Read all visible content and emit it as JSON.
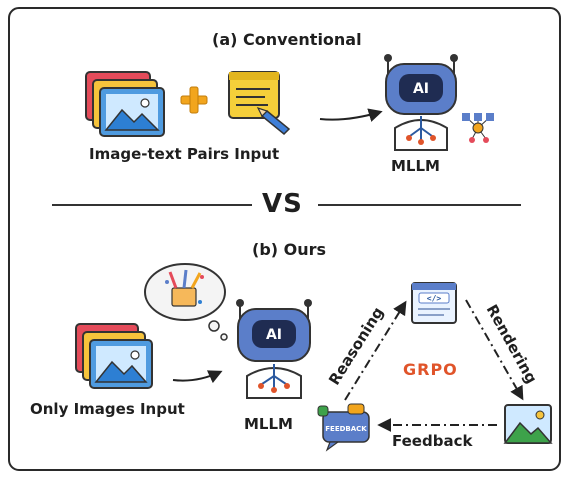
{
  "top": {
    "title": "(a) Conventional",
    "input_label": "Image-text Pairs Input",
    "model_label": "MLLM",
    "plus_symbol": "+"
  },
  "divider": {
    "label": "VS"
  },
  "bottom": {
    "title": "(b) Ours",
    "input_label": "Only Images Input",
    "model_label": "MLLM",
    "center_label": "GRPO",
    "edge_reasoning": "Reasoning",
    "edge_rendering": "Rendering",
    "edge_feedback": "Feedback",
    "feedback_icon_text": "FEEDBACK",
    "code_icon_text": "</>",
    "robot_face_text": "AI"
  },
  "colors": {
    "robot_blue": "#5b7ec9",
    "photo_blue": "#4f9be0",
    "note_yellow": "#f5cf3a",
    "plus_orange": "#f2a51d",
    "grpo_orange": "#e0542a"
  }
}
